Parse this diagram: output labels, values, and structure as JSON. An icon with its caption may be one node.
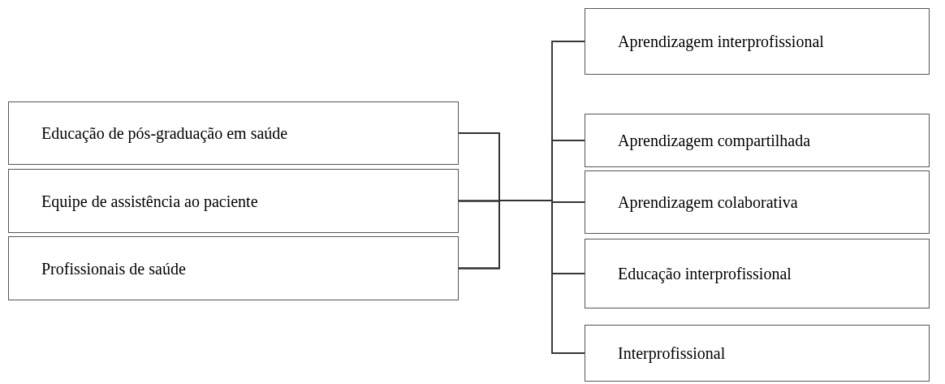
{
  "diagram": {
    "nodes": [
      {
        "text": [
          "Educação de pós-graduação em saúde"
        ]
      },
      {
        "text": [
          "Equipe de assistência ao paciente"
        ]
      },
      {
        "text": [
          "Profissionais de saúde"
        ]
      },
      {
        "text": [
          "Aprendizagem interprofissional"
        ]
      },
      {
        "text": [
          "Aprendizagem compartilhada"
        ]
      },
      {
        "text": [
          "Aprendizagem colaborativa"
        ]
      },
      {
        "text": [
          "Educação interprofissional"
        ]
      },
      {
        "text": [
          "Interprofissional"
        ]
      }
    ],
    "edges": [
      {
        "from": 0,
        "to": 3,
        "arrow": "none"
      },
      {
        "from": 0,
        "to": 4,
        "arrow": "none"
      },
      {
        "from": 0,
        "to": 5,
        "arrow": "none"
      },
      {
        "from": 0,
        "to": 6,
        "arrow": "none"
      },
      {
        "from": 0,
        "to": 7,
        "arrow": "none"
      },
      {
        "from": 1,
        "to": 3,
        "arrow": "none"
      },
      {
        "from": 1,
        "to": 4,
        "arrow": "none"
      },
      {
        "from": 1,
        "to": 5,
        "arrow": "none"
      },
      {
        "from": 1,
        "to": 6,
        "arrow": "none"
      },
      {
        "from": 1,
        "to": 7,
        "arrow": "none"
      },
      {
        "from": 2,
        "to": 3,
        "arrow": "none"
      },
      {
        "from": 2,
        "to": 4,
        "arrow": "none"
      },
      {
        "from": 2,
        "to": 5,
        "arrow": "none"
      },
      {
        "from": 2,
        "to": 6,
        "arrow": "none"
      },
      {
        "from": 2,
        "to": 7,
        "arrow": "none"
      }
    ]
  }
}
